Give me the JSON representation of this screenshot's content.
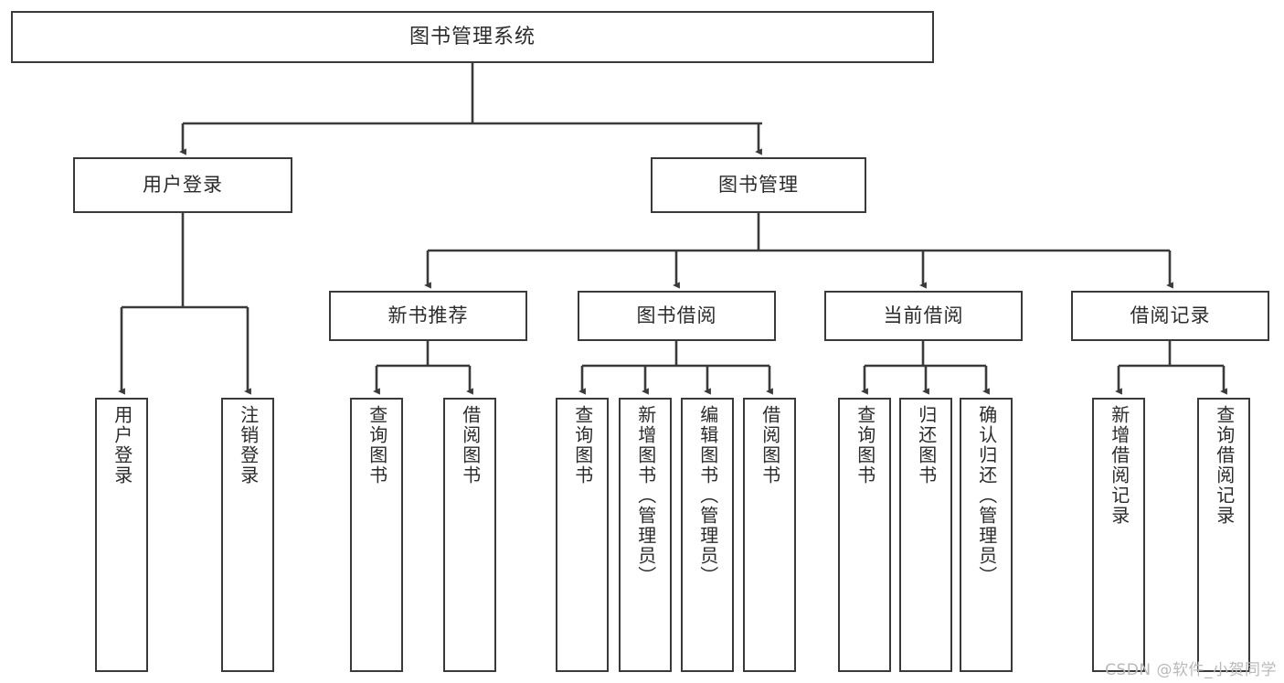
{
  "diagram": {
    "title": "图书管理系统",
    "type": "tree-hierarchy",
    "watermark": "CSDN @软件_小贺同学",
    "colors": {
      "line": "#3a3a3a",
      "box_border": "#3a3a3a",
      "box_fill": "#ffffff",
      "text": "#2b2b2b",
      "watermark": "#b9b9b9"
    },
    "levels": {
      "root": {
        "label": "图书管理系统"
      },
      "level1": [
        {
          "id": "user-login",
          "label": "用户登录"
        },
        {
          "id": "book-management",
          "label": "图书管理"
        }
      ],
      "level2": [
        {
          "id": "new-book-recommend",
          "label": "新书推荐",
          "parent": "book-management"
        },
        {
          "id": "book-borrow",
          "label": "图书借阅",
          "parent": "book-management"
        },
        {
          "id": "current-borrow",
          "label": "当前借阅",
          "parent": "book-management"
        },
        {
          "id": "borrow-record",
          "label": "借阅记录",
          "parent": "book-management"
        }
      ],
      "leaves": {
        "user-login": [
          {
            "id": "leaf-user-login",
            "label": "用户登录"
          },
          {
            "id": "leaf-user-logout",
            "label": "注销登录"
          }
        ],
        "new-book-recommend": [
          {
            "id": "leaf-query-book-1",
            "label": "查询图书"
          },
          {
            "id": "leaf-borrow-book-1",
            "label": "借阅图书"
          }
        ],
        "book-borrow": [
          {
            "id": "leaf-query-book-2",
            "label": "查询图书"
          },
          {
            "id": "leaf-add-book",
            "label": "新增图书（管理员）"
          },
          {
            "id": "leaf-edit-book",
            "label": "编辑图书（管理员）"
          },
          {
            "id": "leaf-borrow-book-2",
            "label": "借阅图书"
          }
        ],
        "current-borrow": [
          {
            "id": "leaf-query-book-3",
            "label": "查询图书"
          },
          {
            "id": "leaf-return-book",
            "label": "归还图书"
          },
          {
            "id": "leaf-confirm-return",
            "label": "确认归还（管理员）"
          }
        ],
        "borrow-record": [
          {
            "id": "leaf-add-record",
            "label": "新增借阅记录"
          },
          {
            "id": "leaf-query-record",
            "label": "查询借阅记录"
          }
        ]
      }
    }
  }
}
